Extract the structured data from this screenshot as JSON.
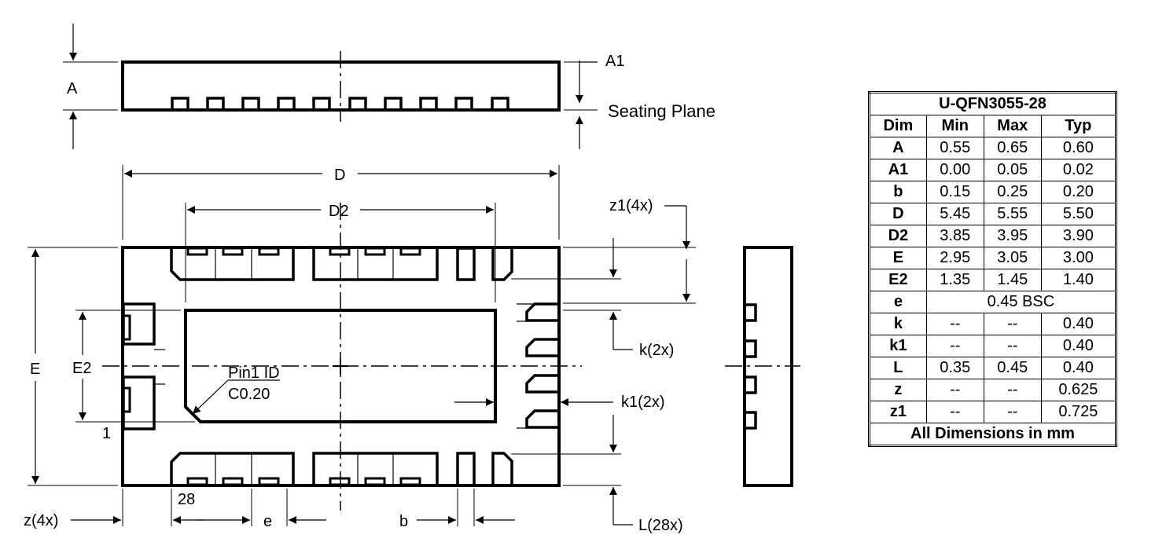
{
  "labels": {
    "A": "A",
    "A1": "A1",
    "seating_plane": "Seating Plane",
    "D": "D",
    "D2": "D2",
    "E": "E",
    "E2": "E2",
    "z1": "z1(4x)",
    "k": "k(2x)",
    "k1": "k1(2x)",
    "pin1_id": "Pin1 ID",
    "chamfer": "C0.20",
    "pin_1": "1",
    "pin_28": "28",
    "z": "z(4x)",
    "e": "e",
    "b": "b",
    "L": "L(28x)"
  },
  "table": {
    "title": "U-QFN3055-28",
    "headers": [
      "Dim",
      "Min",
      "Max",
      "Typ"
    ],
    "rows": [
      [
        "A",
        "0.55",
        "0.65",
        "0.60"
      ],
      [
        "A1",
        "0.00",
        "0.05",
        "0.02"
      ],
      [
        "b",
        "0.15",
        "0.25",
        "0.20"
      ],
      [
        "D",
        "5.45",
        "5.55",
        "5.50"
      ],
      [
        "D2",
        "3.85",
        "3.95",
        "3.90"
      ],
      [
        "E",
        "2.95",
        "3.05",
        "3.00"
      ],
      [
        "E2",
        "1.35",
        "1.45",
        "1.40"
      ],
      [
        "e",
        "0.45 BSC"
      ],
      [
        "k",
        "--",
        "--",
        "0.40"
      ],
      [
        "k1",
        "--",
        "--",
        "0.40"
      ],
      [
        "L",
        "0.35",
        "0.45",
        "0.40"
      ],
      [
        "z",
        "--",
        "--",
        "0.625"
      ],
      [
        "z1",
        "--",
        "--",
        "0.725"
      ]
    ],
    "footer": "All Dimensions in mm"
  }
}
